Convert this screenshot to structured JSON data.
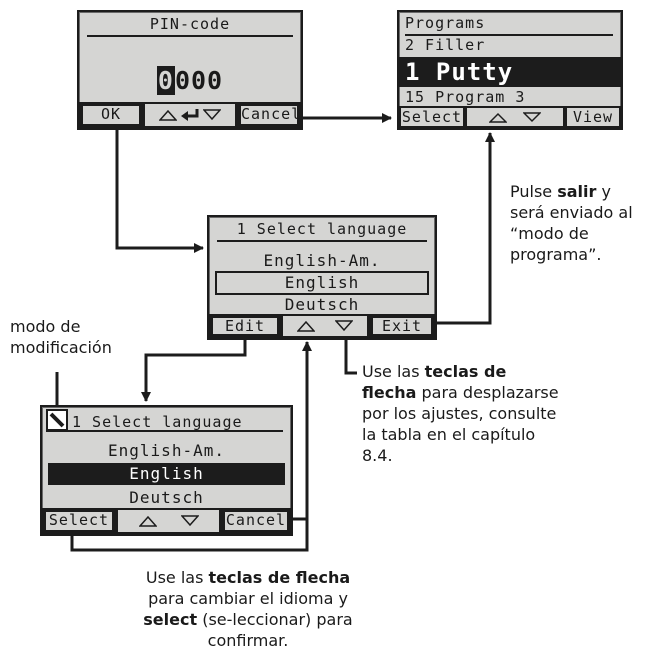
{
  "pin_screen": {
    "title": "PIN-code",
    "cursor_digit": "0",
    "rest_digits": "000",
    "key_ok": "OK",
    "key_cancel": "Cancel"
  },
  "programs_screen": {
    "title": "Programs",
    "row_above": "2 Filler",
    "row_selected": "1 Putty",
    "row_below": "15 Program 3",
    "key_select": "Select",
    "key_view": "View"
  },
  "language_screen": {
    "title": "1 Select language",
    "row_above": "English-Am.",
    "row_selected": "English",
    "row_below": "Deutsch",
    "key_edit": "Edit",
    "key_exit": "Exit"
  },
  "edit_screen": {
    "title": "1 Select language",
    "row_above": "English-Am.",
    "row_selected": "English",
    "row_below": "Deutsch",
    "key_select": "Select",
    "key_cancel": "Cancel"
  },
  "notes": {
    "exit_note": [
      "Pulse ",
      "salir",
      " y será enviado al “modo de programa”."
    ],
    "edit_mode_note": "modo de modificación",
    "arrow_keys_note": [
      "Use las ",
      "teclas de flecha",
      " para desplazarse por los ajustes, consulte la tabla en el capítulo 8.4."
    ],
    "bottom_note": [
      "Use las ",
      "teclas de flecha",
      " para cambiar el idioma y ",
      "select",
      " (se-leccionar) para confirmar."
    ]
  },
  "icons": [
    "arrow-up-icon",
    "arrow-down-icon",
    "enter-arrow-icon",
    "pencil-icon"
  ]
}
